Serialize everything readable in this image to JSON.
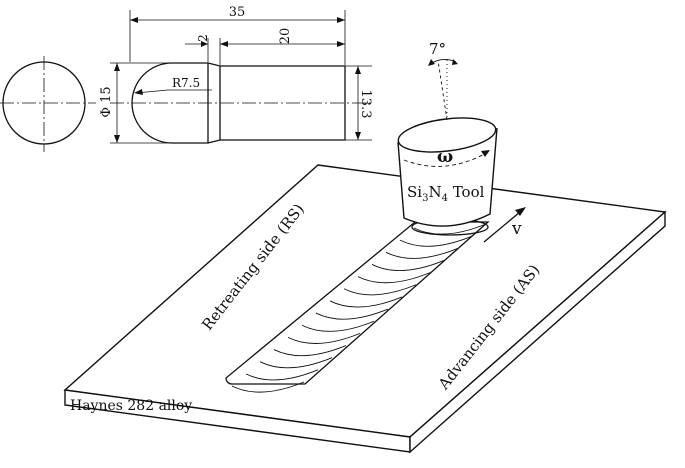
{
  "profile": {
    "dim_total": "35",
    "dim_step": "2",
    "dim_pin": "20",
    "radius": "R7.5",
    "diameter": "Φ 15",
    "height": "13.3"
  },
  "tool": {
    "tilt": "7°",
    "omega": "ω",
    "label_base": "Si",
    "label_sub1": "3",
    "label_mid": "N",
    "label_sub2": "4",
    "label_tail": " Tool",
    "velocity": "v"
  },
  "plate": {
    "retreating": "Retreating side (RS)",
    "advancing": "Advancing side (AS)",
    "material": "Haynes 282 alloy"
  }
}
